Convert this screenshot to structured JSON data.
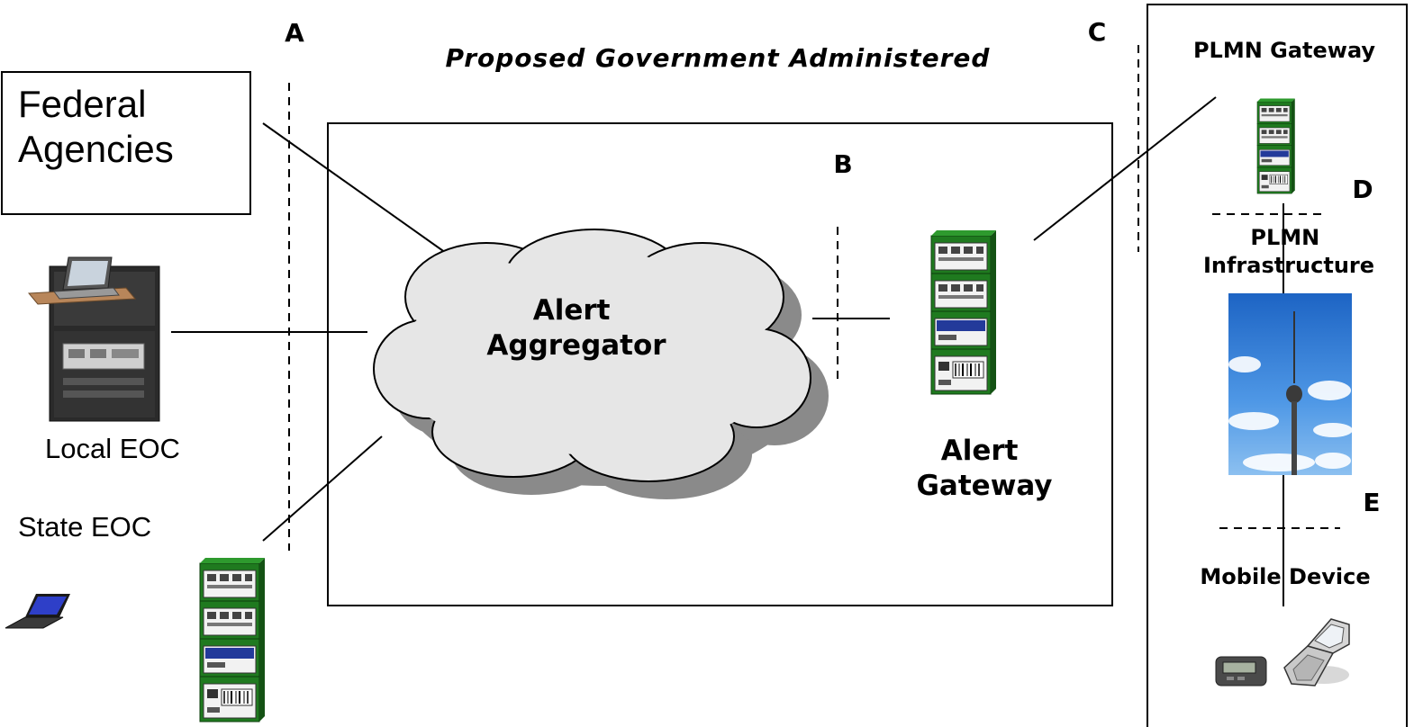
{
  "title": "Proposed Government Administered",
  "reference_points": {
    "a": "A",
    "b": "B",
    "c": "C",
    "d": "D",
    "e": "E"
  },
  "sources": {
    "federal_line1": "Federal",
    "federal_line2": "Agencies",
    "local_eoc": "Local EOC",
    "state_eoc": "State EOC"
  },
  "aggregator": {
    "line1": "Alert",
    "line2": "Aggregator"
  },
  "gateway": {
    "line1": "Alert",
    "line2": "Gateway"
  },
  "plmn": {
    "gateway": "PLMN Gateway",
    "infrastructure_line1": "PLMN",
    "infrastructure_line2": "Infrastructure",
    "mobile_device": "Mobile Device"
  },
  "colors": {
    "server_green": "#1f7a1f",
    "cloud_fill": "#e6e6e6",
    "cloud_shadow": "#8a8a8a",
    "sky_blue": "#2f7fd6"
  }
}
